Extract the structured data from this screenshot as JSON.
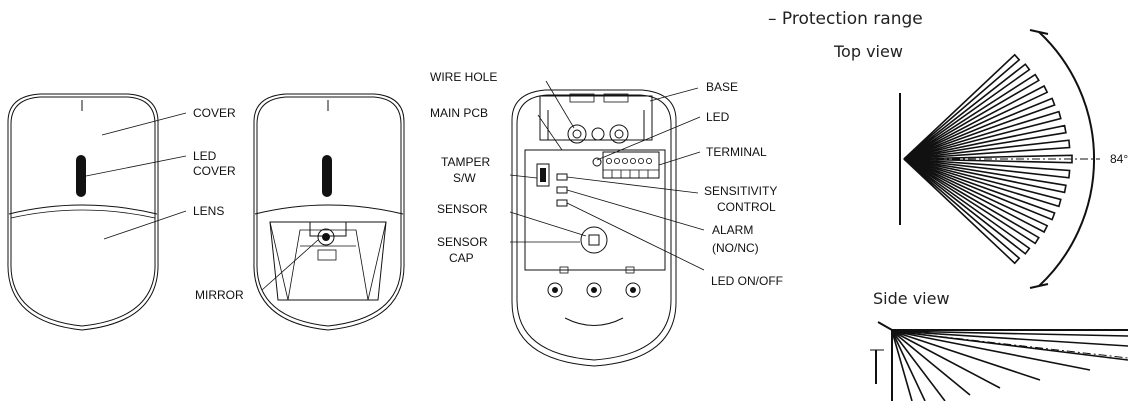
{
  "labels": {
    "cover": "COVER",
    "led_cover_1": "LED",
    "led_cover_2": "COVER",
    "lens": "LENS",
    "mirror": "MIRROR",
    "wire_hole": "WIRE HOLE",
    "main_pcb": "MAIN PCB",
    "tamper_1": "TAMPER",
    "tamper_2": "S/W",
    "sensor": "SENSOR",
    "sensor_cap_1": "SENSOR",
    "sensor_cap_2": "CAP",
    "base": "BASE",
    "led": "LED",
    "terminal": "TERMINAL",
    "sensitivity_1": "SENSITIVITY",
    "sensitivity_2": "CONTROL",
    "alarm_1": "ALARM",
    "alarm_2": "(NO/NC)",
    "led_onoff": "LED ON/OFF"
  },
  "protection": {
    "heading": "– Protection range",
    "top_view": "Top view",
    "side_view": "Side view",
    "angle": "84°"
  }
}
